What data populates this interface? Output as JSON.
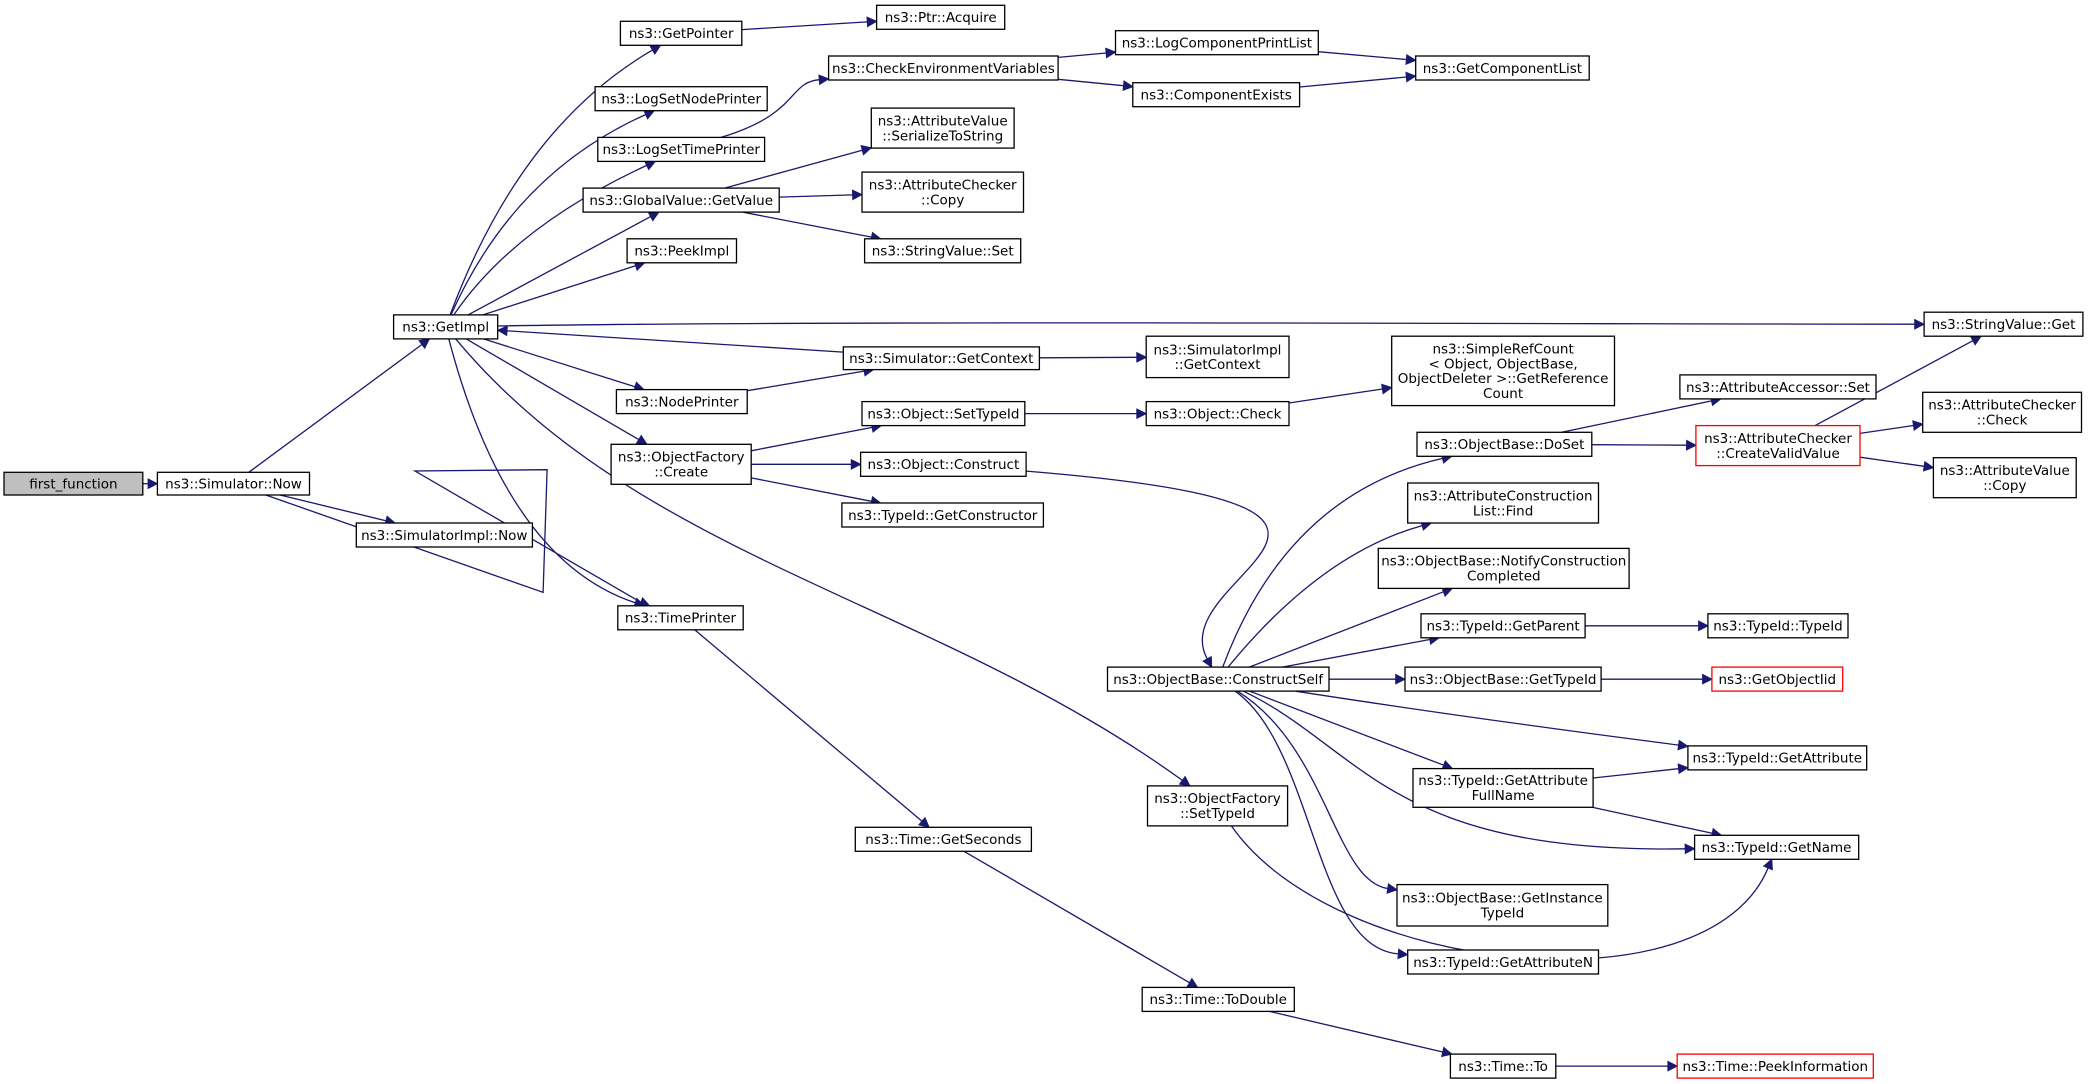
{
  "colors": {
    "edge": "#191970",
    "root_fill": "#bfbfbf",
    "node_border": "#000000",
    "truncated_border": "#ff0000"
  },
  "nodes": {
    "first_function": [
      "first_function"
    ],
    "sim_now": [
      "ns3::Simulator::Now"
    ],
    "getimpl": [
      "ns3::GetImpl"
    ],
    "simimpl_now": [
      "ns3::SimulatorImpl::Now"
    ],
    "timeprinter": [
      "ns3::TimePrinter"
    ],
    "getpointer": [
      "ns3::GetPointer"
    ],
    "ptr_acquire": [
      "ns3::Ptr::Acquire"
    ],
    "lognodeprinter": [
      "ns3::LogSetNodePrinter"
    ],
    "logtimeprinter": [
      "ns3::LogSetTimePrinter"
    ],
    "checkenv": [
      "ns3::CheckEnvironmentVariables"
    ],
    "logcompprint": [
      "ns3::LogComponentPrintList"
    ],
    "compexists": [
      "ns3::ComponentExists"
    ],
    "getcomplist": [
      "ns3::GetComponentList"
    ],
    "gv_getvalue": [
      "ns3::GlobalValue::GetValue"
    ],
    "av_serialize": [
      "ns3::AttributeValue",
      "::SerializeToString"
    ],
    "ac_copy": [
      "ns3::AttributeChecker",
      "::Copy"
    ],
    "sv_set": [
      "ns3::StringValue::Set"
    ],
    "peekimpl": [
      "ns3::PeekImpl"
    ],
    "sim_getcontext": [
      "ns3::Simulator::GetContext"
    ],
    "simimpl_getcontext": [
      "ns3::SimulatorImpl",
      "::GetContext"
    ],
    "sv_get": [
      "ns3::StringValue::Get"
    ],
    "nodeprinter": [
      "ns3::NodePrinter"
    ],
    "of_create": [
      "ns3::ObjectFactory",
      "::Create"
    ],
    "obj_settypeid": [
      "ns3::Object::SetTypeId"
    ],
    "obj_check": [
      "ns3::Object::Check"
    ],
    "simplerefcount": [
      "ns3::SimpleRefCount",
      "< Object, ObjectBase,",
      "ObjectDeleter >::GetReference",
      "Count"
    ],
    "obj_construct": [
      "ns3::Object::Construct"
    ],
    "tid_getconstructor": [
      "ns3::TypeId::GetConstructor"
    ],
    "ob_doset": [
      "ns3::ObjectBase::DoSet"
    ],
    "aa_set": [
      "ns3::AttributeAccessor::Set"
    ],
    "ac_createvalid": [
      "ns3::AttributeChecker",
      "::CreateValidValue"
    ],
    "ac_check": [
      "ns3::AttributeChecker",
      "::Check"
    ],
    "av_copy": [
      "ns3::AttributeValue",
      "::Copy"
    ],
    "acl_find": [
      "ns3::AttributeConstruction",
      "List::Find"
    ],
    "ob_notify": [
      "ns3::ObjectBase::NotifyConstruction",
      "Completed"
    ],
    "tid_getparent": [
      "ns3::TypeId::GetParent"
    ],
    "tid_typeid": [
      "ns3::TypeId::TypeId"
    ],
    "ob_constructself": [
      "ns3::ObjectBase::ConstructSelf"
    ],
    "ob_gettypeid": [
      "ns3::ObjectBase::GetTypeId"
    ],
    "getobjectiid": [
      "ns3::GetObjectIid"
    ],
    "tid_getattribute": [
      "ns3::TypeId::GetAttribute"
    ],
    "tid_getattrfullname": [
      "ns3::TypeId::GetAttribute",
      "FullName"
    ],
    "tid_getname": [
      "ns3::TypeId::GetName"
    ],
    "of_settypeid": [
      "ns3::ObjectFactory",
      "::SetTypeId"
    ],
    "time_getseconds": [
      "ns3::Time::GetSeconds"
    ],
    "ob_getinstancetypeid": [
      "ns3::ObjectBase::GetInstance",
      "TypeId"
    ],
    "tid_getattributen": [
      "ns3::TypeId::GetAttributeN"
    ],
    "time_todouble": [
      "ns3::Time::ToDouble"
    ],
    "time_to": [
      "ns3::Time::To"
    ],
    "time_peekinfo": [
      "ns3::Time::PeekInformation"
    ]
  }
}
